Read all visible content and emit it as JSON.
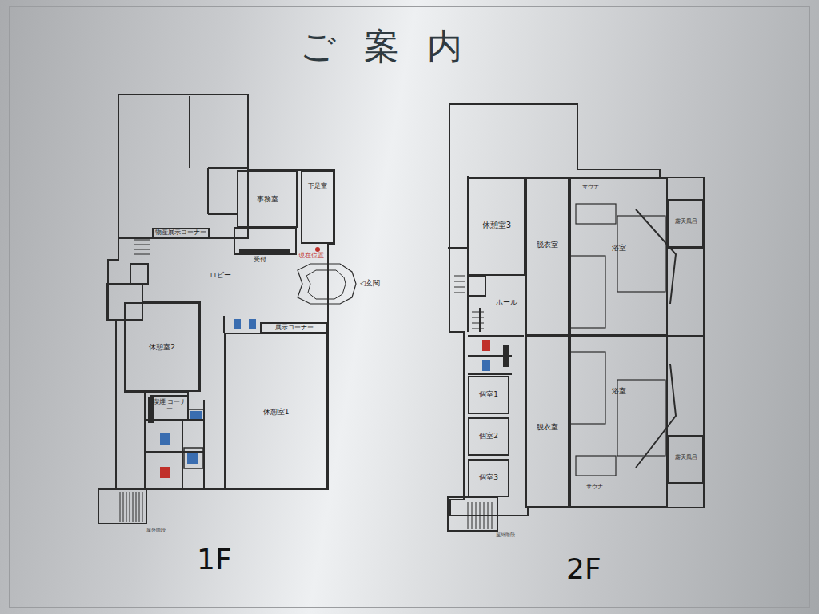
{
  "diagram": {
    "title": "ご案内",
    "nodes": [
      {
        "text": [
          "事務室"
        ]
      },
      {
        "text": [
          "下足室"
        ]
      },
      {
        "text": [
          "物産展示コーナー"
        ]
      },
      {
        "text": [
          "休憩室2"
        ]
      },
      {
        "text": [
          "展示コーナー"
        ]
      },
      {
        "text": [
          "休憩室1"
        ]
      },
      {
        "text": [
          "喫煙 コーナー"
        ]
      },
      {
        "text": [
          "休憩室3"
        ]
      },
      {
        "text": [
          "脱衣室"
        ]
      },
      {
        "text": [
          "浴室"
        ]
      },
      {
        "text": [
          "露天風呂"
        ]
      },
      {
        "text": [
          "脱衣室"
        ]
      },
      {
        "text": [
          "浴室"
        ]
      },
      {
        "text": [
          "露天風呂"
        ]
      },
      {
        "text": [
          "個室1"
        ]
      },
      {
        "text": [
          "個室2"
        ]
      },
      {
        "text": [
          "個室3"
        ]
      }
    ],
    "labels": [
      "受付",
      "ロビー",
      "現在位置",
      "◁玄関",
      "屋外階段",
      "1F",
      "サウナ",
      "ホール",
      "サウナ",
      "屋外階段",
      "2F"
    ]
  }
}
